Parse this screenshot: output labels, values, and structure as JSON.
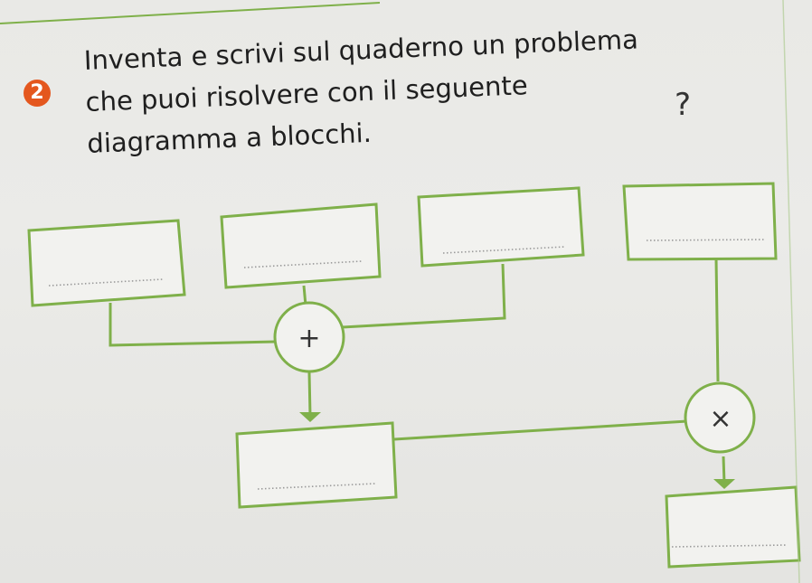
{
  "exercise": {
    "number": "2",
    "lines": [
      "Inventa e scrivi sul quaderno un problema",
      "che puoi risolvere con il seguente",
      "diagramma a blocchi."
    ],
    "handwritten_mark": "?"
  },
  "diagram": {
    "plus_operator": "+",
    "times_operator": "×",
    "colors": {
      "line": "#7fb04a",
      "box_fill": "#f2f2ef",
      "dots": "#9a9a9a"
    }
  }
}
